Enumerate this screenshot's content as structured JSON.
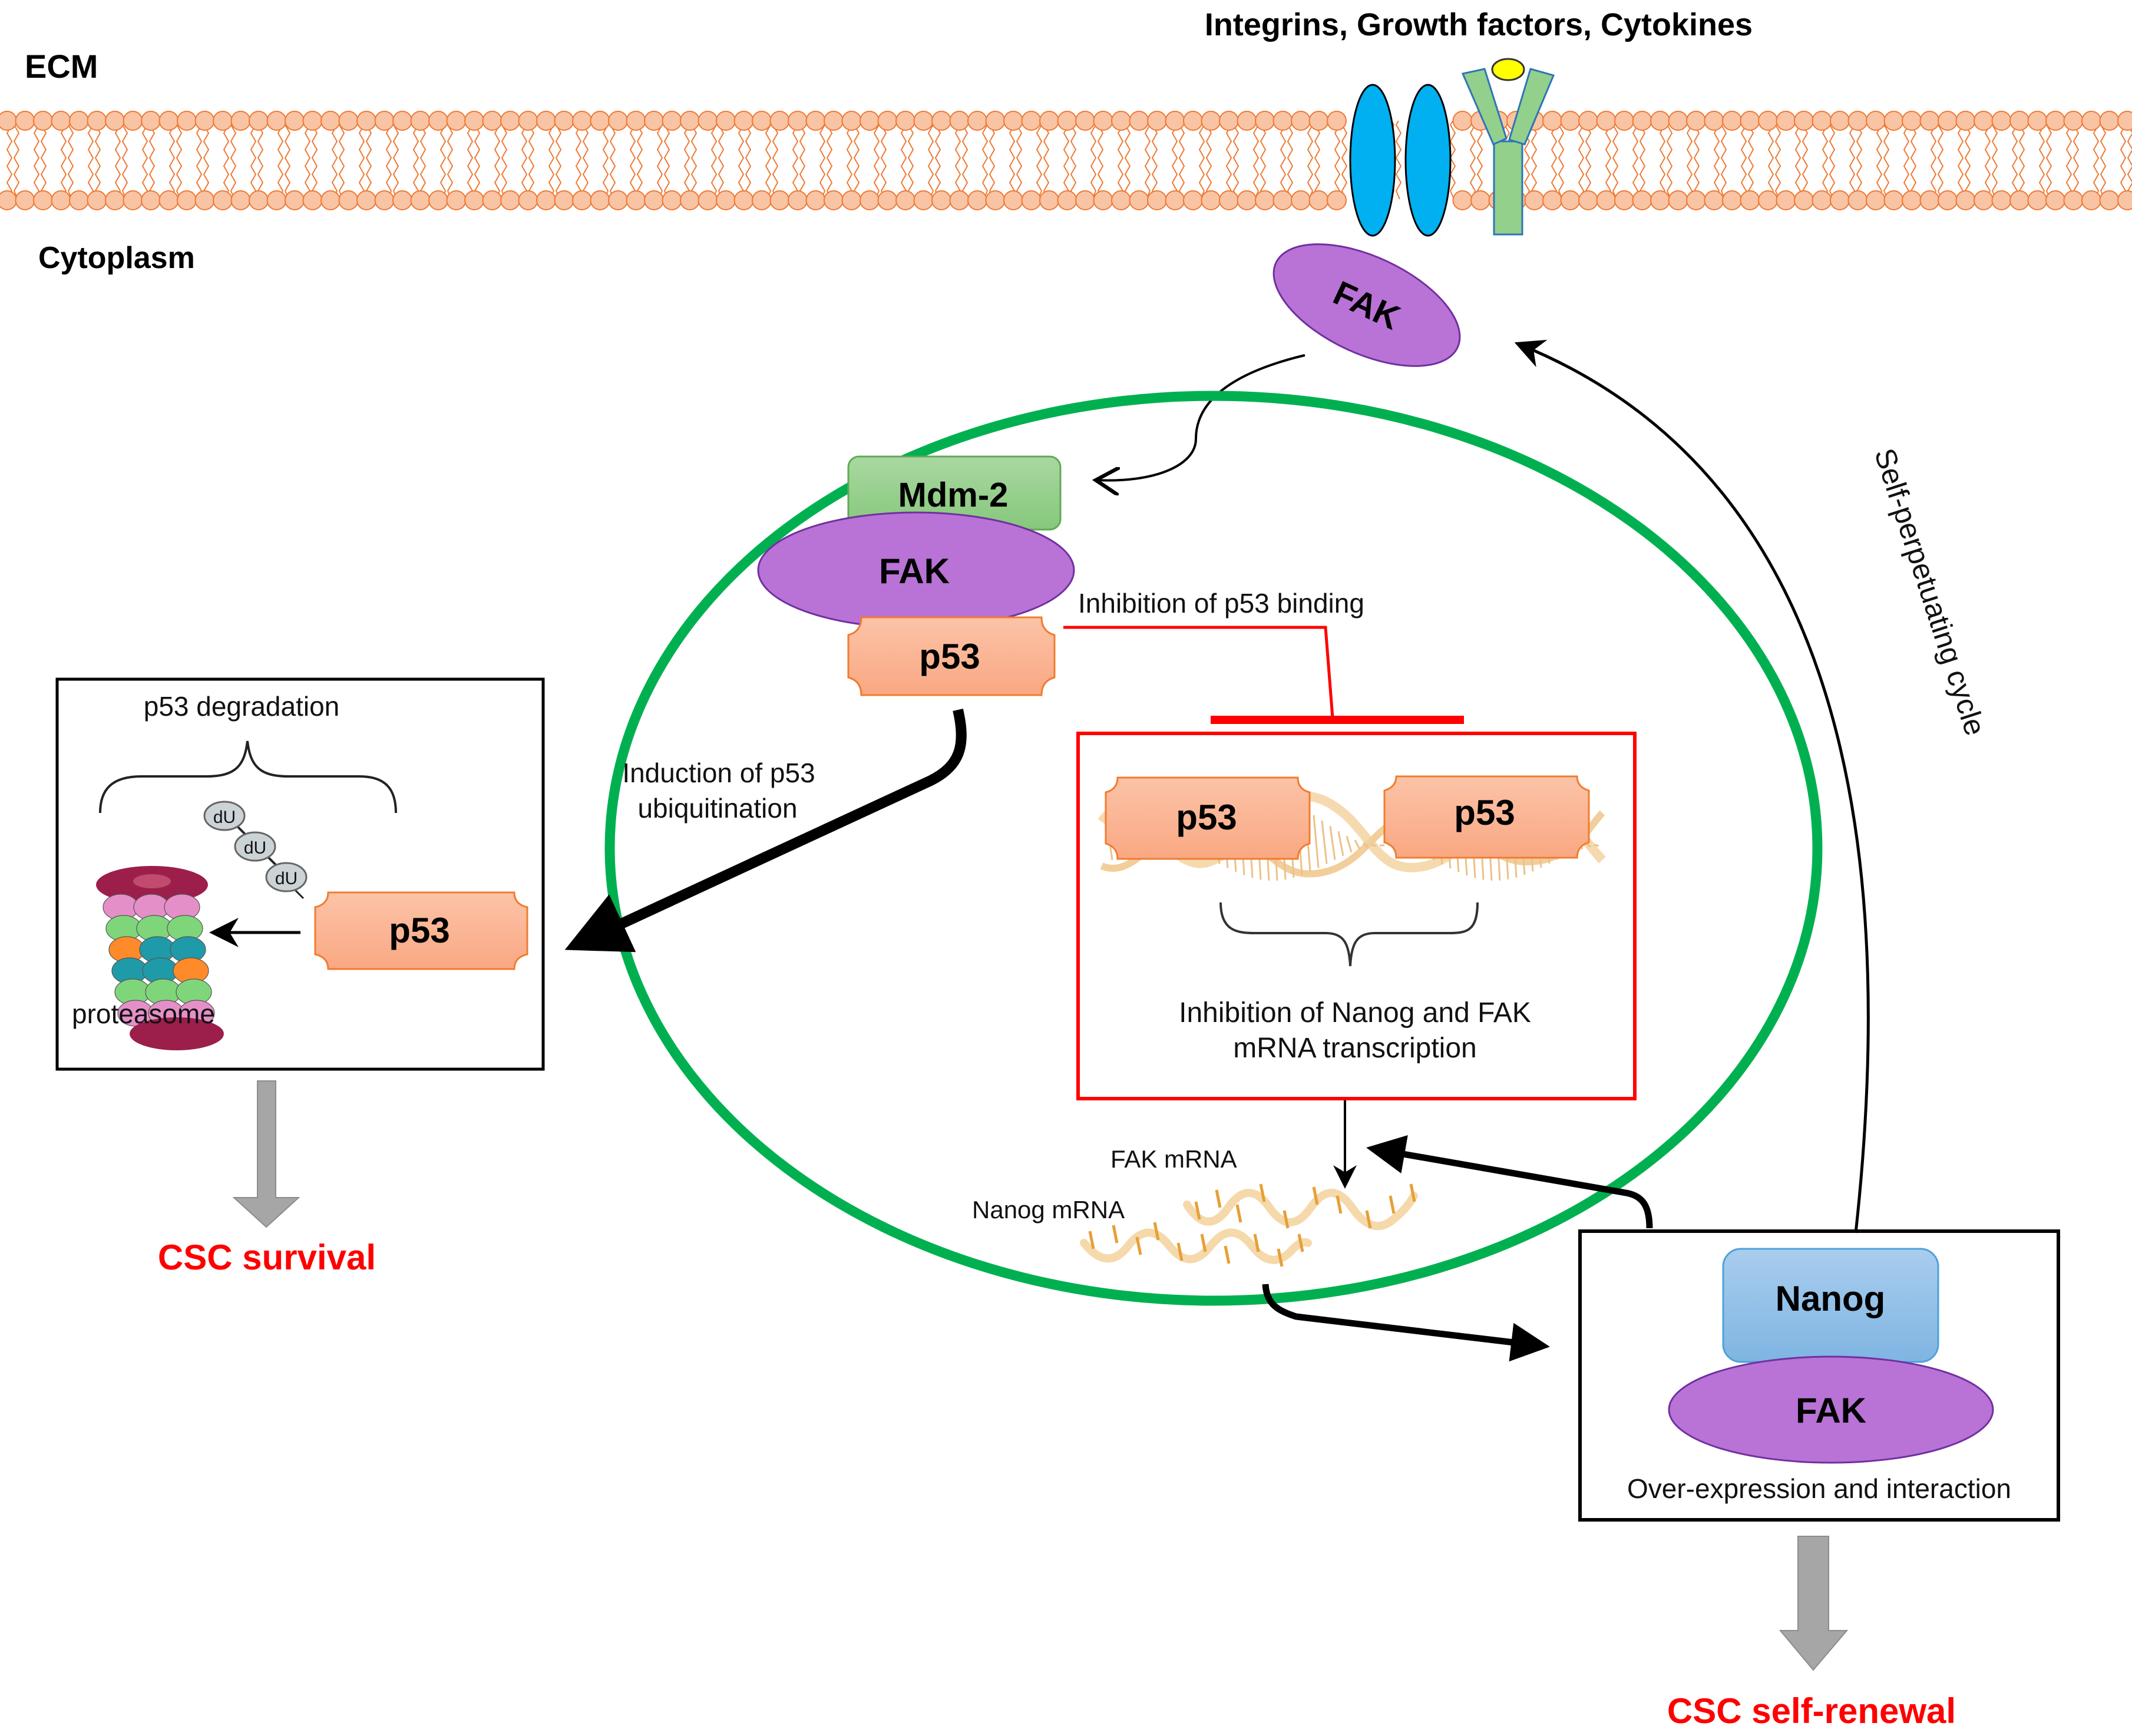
{
  "labels": {
    "ecm": "ECM",
    "cytoplasm": "Cytoplasm",
    "receptors": "Integrins, Growth factors, Cytokines",
    "self_cycle": "Self-perpetuating cycle",
    "inhibition_binding": "Inhibition of p53 binding",
    "induction_line1": "Induction of p53",
    "induction_line2": "ubiquitination",
    "degradation": "p53 degradation",
    "proteasome": "proteasome",
    "ubiquitin": "dU",
    "inhibition_transcription_line1": "Inhibition of Nanog and FAK",
    "inhibition_transcription_line2": "mRNA transcription",
    "fak_mrna": "FAK mRNA",
    "nanog_mrna": "Nanog mRNA",
    "overexpression": "Over-expression and interaction",
    "csc_survival": "CSC survival",
    "csc_self_renewal": "CSC self-renewal"
  },
  "proteins": {
    "fak": "FAK",
    "mdm2": "Mdm-2",
    "p53": "p53",
    "nanog": "Nanog"
  },
  "colors": {
    "membrane": "#f9c4a4",
    "membrane_stroke": "#ee7a35",
    "integrin": "#00b0f0",
    "receptor": "#92d08c",
    "receptor_stroke": "#2e75b6",
    "ligand": "#ffff00",
    "fak": "#b972d6",
    "fak_stroke": "#7030a0",
    "mdm2": "#93cc8a",
    "p53": "#fbb495",
    "p53_stroke": "#f07c30",
    "nanog": "#8fbfe6",
    "nucleus": "#00b050",
    "inhibit": "#ff0000",
    "gray_arrow": "#a6a6a6",
    "outcome": "#ff0000"
  }
}
